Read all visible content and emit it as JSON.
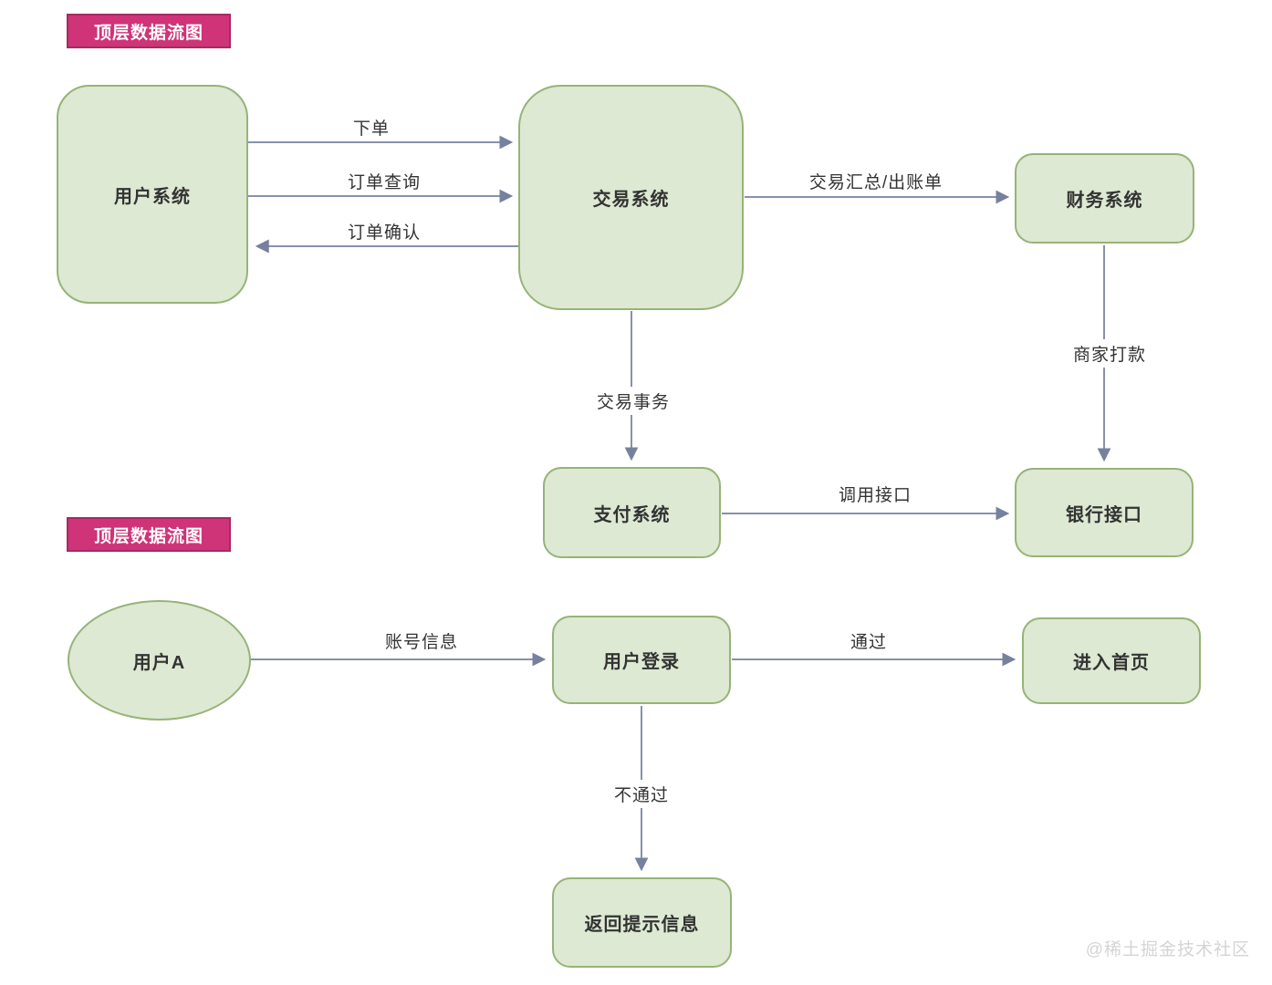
{
  "watermark": "@稀土掘金技术社区",
  "colors": {
    "canvas_bg": "#ffffff",
    "node_fill": "#dde9d3",
    "node_border": "#97b377",
    "arrow": "#8791ac",
    "arrowhead": "#76819e",
    "text": "#333333",
    "badge_fill": "#cf3378",
    "badge_border": "#a62a62",
    "badge_text": "#ffffff",
    "watermark_color": "#d6d3d3"
  },
  "diagram1": {
    "badge": "顶层数据流图",
    "nodes": {
      "user_system": "用户系统",
      "trade_system": "交易系统",
      "finance_system": "财务系统",
      "payment_system": "支付系统",
      "bank_interface": "银行接口"
    },
    "edges": {
      "place_order": "下单",
      "order_query": "订单查询",
      "order_confirm": "订单确认",
      "trade_summary": "交易汇总/出账单",
      "trade_affair": "交易事务",
      "merchant_payment": "商家打款",
      "call_interface": "调用接口"
    }
  },
  "diagram2": {
    "badge": "顶层数据流图",
    "nodes": {
      "user_a": "用户A",
      "user_login": "用户登录",
      "enter_home": "进入首页",
      "return_message": "返回提示信息"
    },
    "edges": {
      "account_info": "账号信息",
      "pass": "通过",
      "fail": "不通过"
    }
  }
}
